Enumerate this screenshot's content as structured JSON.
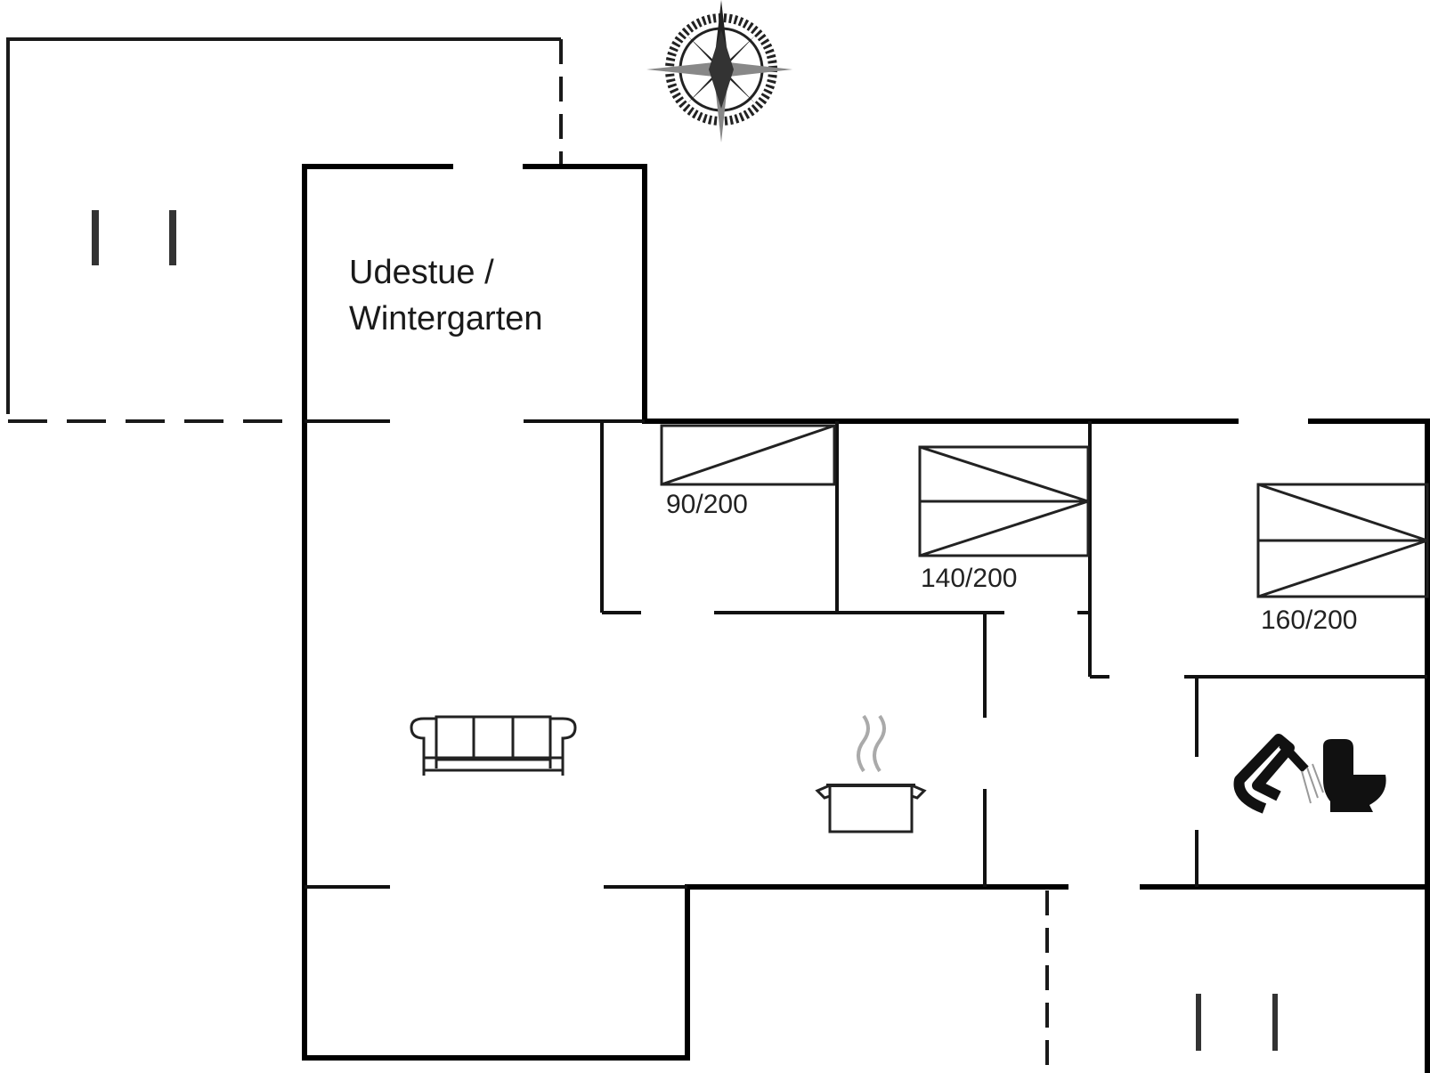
{
  "rooms": {
    "wintergarden": {
      "line1": "Udestue /",
      "line2": "Wintergarten"
    }
  },
  "beds": [
    {
      "size": "90/200"
    },
    {
      "size": "140/200"
    },
    {
      "size": "160/200"
    }
  ],
  "icons": {
    "compass": "compass-rose-icon",
    "sofa": "sofa-icon",
    "kitchen": "cooking-pot-icon",
    "shower": "shower-icon",
    "toilet": "toilet-icon"
  },
  "colors": {
    "wall": "#000000",
    "line": "#1a1a1a",
    "icon": "#111111"
  }
}
